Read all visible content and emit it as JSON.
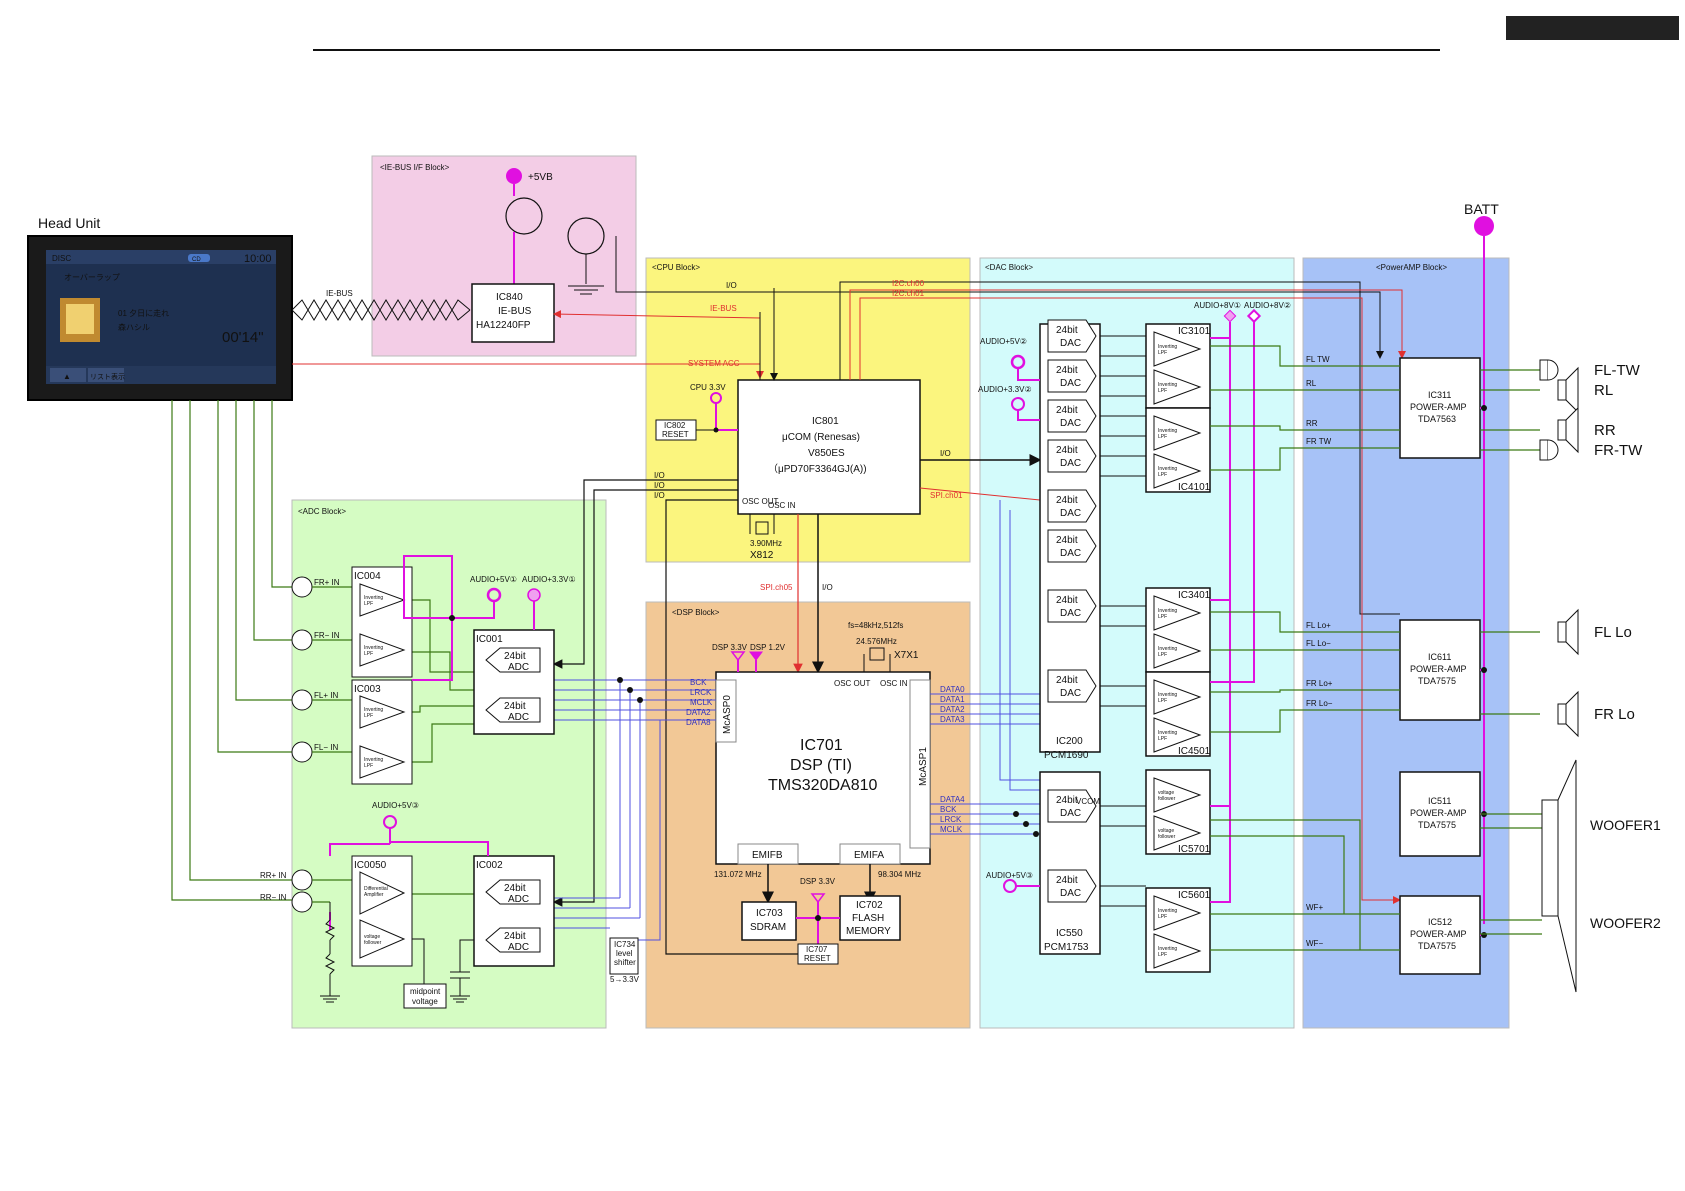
{
  "blocks": {
    "iebus": "<IE-BUS I/F Block>",
    "cpu": "<CPU Block>",
    "dac": "<DAC Block>",
    "poweramp": "<PowerAMP Block>",
    "adc": "<ADC Block>",
    "dsp": "<DSP Block>"
  },
  "colors": {
    "iebus": "#f3cde6",
    "cpu": "#fbf57e",
    "dac": "#d3fbfb",
    "poweramp": "#a7c2f7",
    "adc": "#d5fcc3",
    "dsp": "#f2c896",
    "power_line": "#e010e0",
    "signal_line": "#3c7a14",
    "bus_line": "#5050e0",
    "red_line": "#e03030"
  },
  "head_unit": {
    "label": "Head Unit",
    "screen_source": "DISC",
    "screen_time": "10:00",
    "screen_playlist": "オーバーラップ",
    "screen_track": "01  夕日に走れ",
    "screen_artist": "森ハシル",
    "screen_elapsed": "00'14\"",
    "screen_list_button": "リスト表示",
    "screen_badge": "CD"
  },
  "iebus_block": {
    "supply": "+5VB",
    "ic_name": "IC840",
    "ic_line1": "IE-BUS",
    "ic_line2": "HA12240FP",
    "bus_label": "IE-BUS"
  },
  "cpu_block": {
    "ic801_l1": "IC801",
    "ic801_l2": "μCOM (Renesas)",
    "ic801_l3": "V850ES",
    "ic801_l4": "（μPD70F3364GJ(A))",
    "ic802_l1": "IC802",
    "ic802_l2": "RESET",
    "cpu_supply": "CPU 3.3V",
    "crystal_freq": "3.90MHz",
    "crystal_name": "X812",
    "osc_out": "OSC OUT",
    "osc_in": "OSC IN",
    "io": "I/O",
    "iebus_sig": "IE-BUS",
    "system_acc": "SYSTEM ACC",
    "i2c_ch00": "I2C.ch00",
    "i2c_ch01": "I2C.ch01",
    "spi_ch01": "SPI.ch01",
    "spi_ch05": "SPI.ch05"
  },
  "dsp_block": {
    "ic701_l1": "IC701",
    "ic701_l2": "DSP (TI)",
    "ic701_l3": "TMS320DA810",
    "mcasp0": "McASP0",
    "mcasp1": "McASP1",
    "emifb": "EMIFB",
    "emifa": "EMIFA",
    "dsp33": "DSP 3.3V",
    "dsp12": "DSP 1.2V",
    "fs_note": "fs=48kHz,512fs",
    "xtal_freq": "24.576MHz",
    "xtal_name": "X7X1",
    "osc_out": "OSC OUT",
    "osc_in": "OSC IN",
    "bck": "BCK",
    "lrck": "LRCK",
    "mclk": "MCLK",
    "data2": "DATA2",
    "data8": "DATA8",
    "data0": "DATA0",
    "data1": "DATA1",
    "data2r": "DATA2",
    "data3": "DATA3",
    "data4": "DATA4",
    "freq_b": "131.072 MHz",
    "freq_a": "98.304 MHz",
    "ic703_l1": "IC703",
    "ic703_l2": "SDRAM",
    "ic702_l1": "IC702",
    "ic702_l2": "FLASH",
    "ic702_l3": "MEMORY",
    "ic707_l1": "IC707",
    "ic707_l2": "RESET",
    "ic734_l1": "IC734",
    "ic734_l2": "level",
    "ic734_l3": "shifter",
    "ic734_l4": "5→3.3V"
  },
  "adc_block": {
    "fr_plus": "FR+ IN",
    "fr_minus": "FR− IN",
    "fl_plus": "FL+ IN",
    "fl_minus": "FL− IN",
    "rr_plus": "RR+ IN",
    "rr_minus": "RR− IN",
    "ic004": "IC004",
    "ic003": "IC003",
    "ic0050": "IC0050",
    "ic001": "IC001",
    "ic002": "IC002",
    "adc_l1": "24bit",
    "adc_l2": "ADC",
    "inv_lpf1": "Inverting",
    "inv_lpf2": "LPF",
    "diff1": "Differential",
    "diff2": "Amplifier",
    "vf1": "voltage",
    "vf2": "follower",
    "audio5v1": "AUDIO+5V①",
    "audio33v1": "AUDIO+3.3V①",
    "audio5v3": "AUDIO+5V③",
    "midpoint1": "midpoint",
    "midpoint2": "voltage"
  },
  "dac_block": {
    "dac_l1": "24bit",
    "dac_l2": "DAC",
    "ic200_l1": "IC200",
    "ic200_l2": "PCM1690",
    "ic550_l1": "IC550",
    "ic550_l2": "PCM1753",
    "ic3101": "IC3101",
    "ic4101": "IC4101",
    "ic3401": "IC3401",
    "ic4501": "IC4501",
    "ic5701": "IC5701",
    "ic5601": "IC5601",
    "audio5v2": "AUDIO+5V②",
    "audio33v2": "AUDIO+3.3V②",
    "audio5v3": "AUDIO+5V③",
    "audio8v1": "AUDIO+8V①",
    "audio8v2": "AUDIO+8V②",
    "vcom": "VCOM",
    "inv1": "Inverting",
    "inv2": "LPF",
    "vf1": "voltage",
    "vf2": "follower"
  },
  "poweramp_block": {
    "batt": "BATT",
    "ic311_l1": "IC311",
    "ic611_l1": "IC611",
    "ic511_l1": "IC511",
    "ic512_l1": "IC512",
    "pa_l2": "POWER-AMP",
    "tda7563": "TDA7563",
    "tda7575": "TDA7575",
    "fl_tw": "FL TW",
    "rl": "RL",
    "rr": "RR",
    "fr_tw": "FR TW",
    "fl_lo_p": "FL Lo+",
    "fl_lo_m": "FL Lo−",
    "fr_lo_p": "FR Lo+",
    "fr_lo_m": "FR Lo−",
    "wf_p": "WF+",
    "wf_m": "WF−"
  },
  "speakers": {
    "fl_tw": "FL-TW",
    "rl": "RL",
    "rr": "RR",
    "fr_tw": "FR-TW",
    "fl_lo": "FL Lo",
    "fr_lo": "FR Lo",
    "woofer1": "WOOFER1",
    "woofer2": "WOOFER2"
  }
}
